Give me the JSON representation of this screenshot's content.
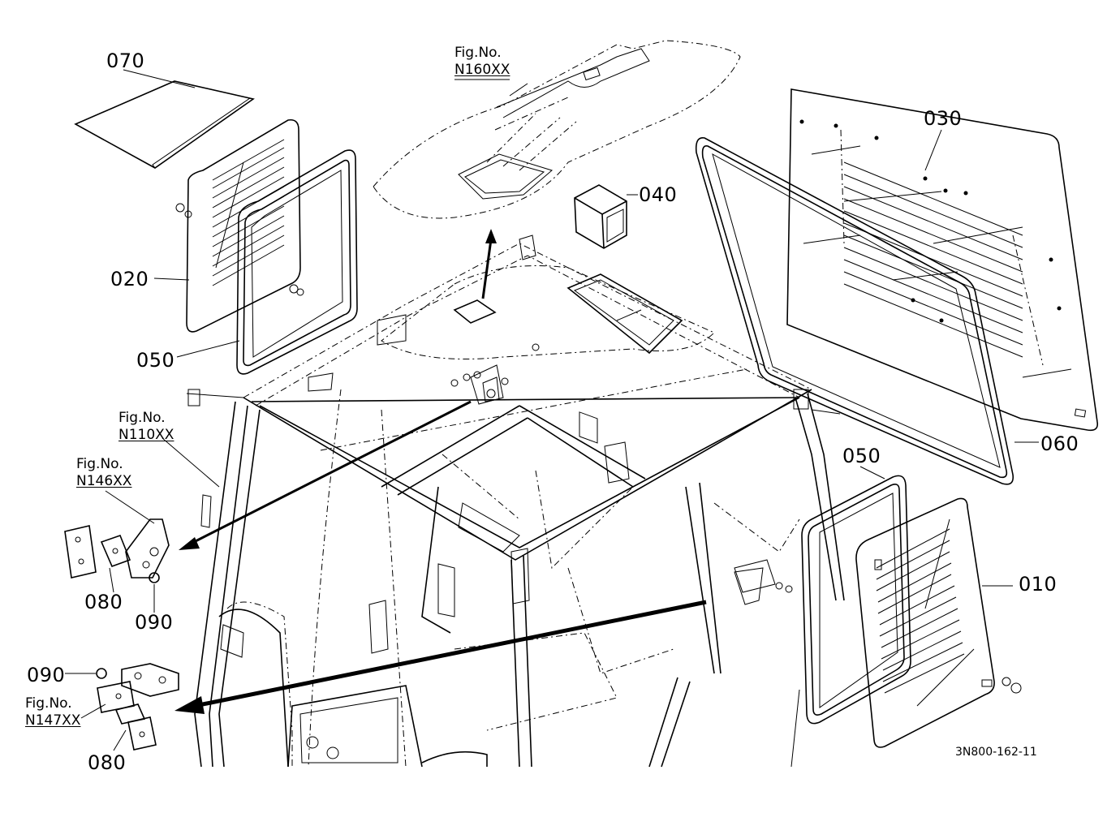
{
  "parts": {
    "p010": "010",
    "p020": "020",
    "p030": "030",
    "p040": "040",
    "p050_left": "050",
    "p050_right": "050",
    "p060": "060",
    "p070": "070",
    "p080_upper": "080",
    "p080_lower": "080",
    "p090_upper": "090",
    "p090_lower": "090"
  },
  "figure_refs": {
    "n160": {
      "label": "Fig.No.",
      "code": "N160XX"
    },
    "n110": {
      "label": "Fig.No.",
      "code": "N110XX"
    },
    "n146": {
      "label": "Fig.No.",
      "code": "N146XX"
    },
    "n147": {
      "label": "Fig.No.",
      "code": "N147XX"
    }
  },
  "drawing_number": "3N800-162-11"
}
